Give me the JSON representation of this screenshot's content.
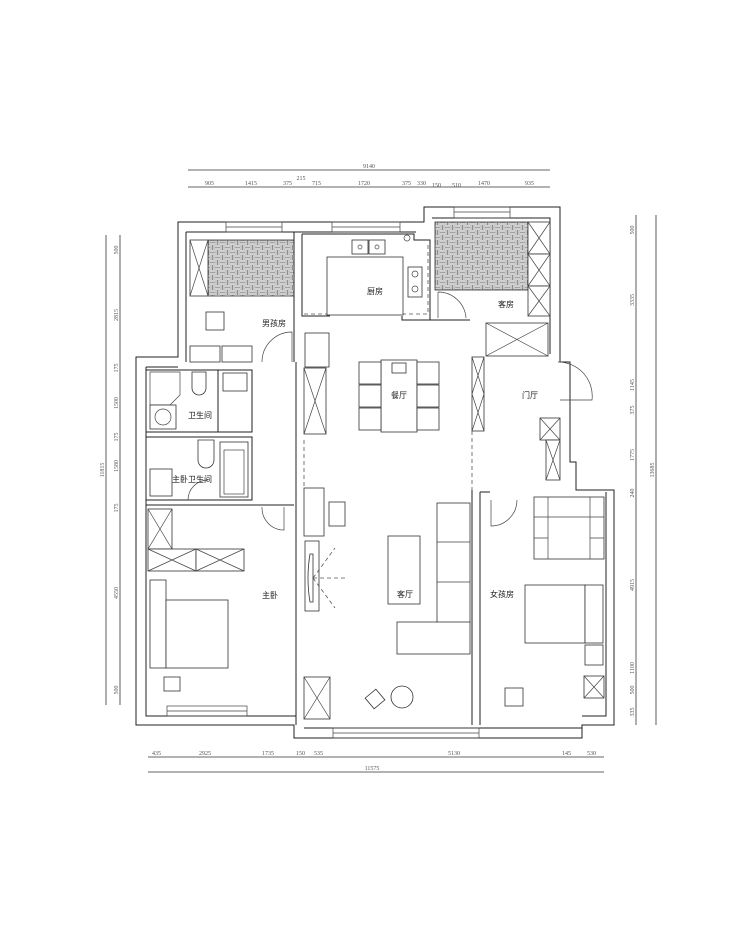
{
  "plan": {
    "rooms": {
      "boys_room": "男孩房",
      "kitchen": "厨房",
      "guest_room": "客房",
      "dining": "餐厅",
      "entry_hall": "门厅",
      "bathroom": "卫生间",
      "master_bathroom": "主卧卫生间",
      "master_bedroom": "主卧",
      "living_room": "客厅",
      "girls_room": "女孩房"
    },
    "dimensions": {
      "top_total": "9140",
      "top_sub": "215",
      "top_segments": [
        "905",
        "1415",
        "375",
        "715",
        "1720",
        "375",
        "330",
        "150",
        "510",
        "1470",
        "935"
      ],
      "bottom_segments": [
        "435",
        "2925",
        "1735",
        "150",
        "535",
        "5130",
        "145",
        "530"
      ],
      "bottom_total": "11575",
      "left_total": "11815",
      "left_segments": [
        "500",
        "2815",
        "175",
        "1500",
        "175",
        "1580",
        "175",
        "4550",
        "500"
      ],
      "right_total": "13685",
      "right_segments": [
        "500",
        "3335",
        "1145",
        "375",
        "1775",
        "240",
        "4915",
        "1100",
        "500",
        "335"
      ]
    }
  }
}
